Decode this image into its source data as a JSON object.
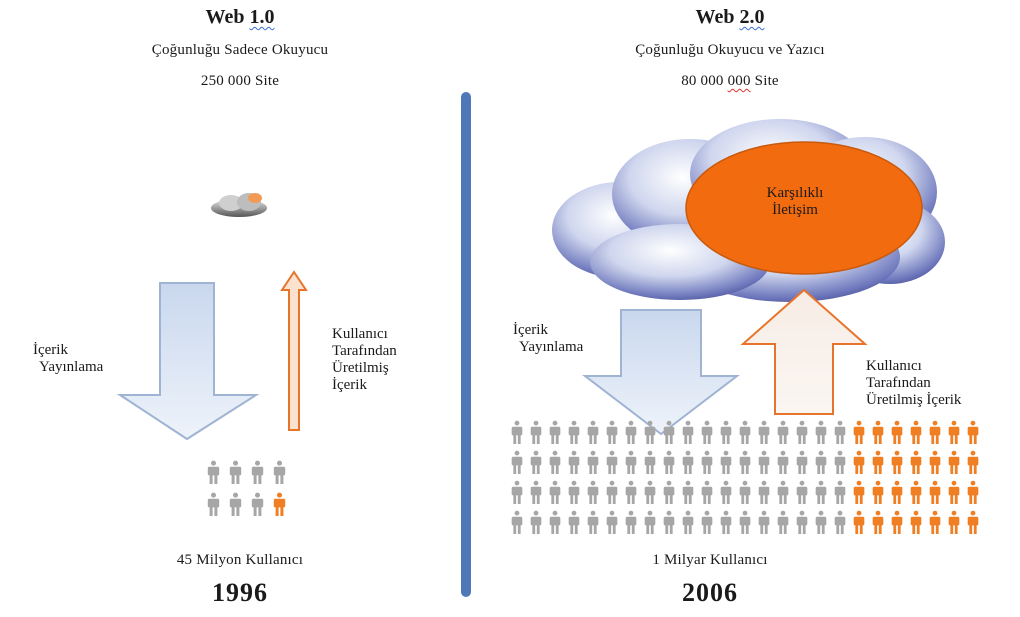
{
  "web1": {
    "title_main": "Web",
    "title_version": "1.0",
    "subtitle": "Çoğunluğu Sadece Okuyucu",
    "site_count": "250 000 Site",
    "down_label_line1": "İçerik",
    "down_label_line2": "Yayınlama",
    "up_label_line1": "Kullanıcı",
    "up_label_line2": "Tarafından",
    "up_label_line3": "Üretilmiş",
    "up_label_line4": "İçerik",
    "users": "45 Milyon Kullanıcı",
    "year": "1996"
  },
  "web2": {
    "title_main": "Web",
    "title_version": "2.0",
    "subtitle": "Çoğunluğu Okuyucu ve Yazıcı",
    "site_count_num": "80 000",
    "site_count_underlined": "000",
    "site_count_unit": "Site",
    "cloud_label_line1": "Karşılıklı",
    "cloud_label_line2": "İletişim",
    "down_label_line1": "İçerik",
    "down_label_line2": "Yayınlama",
    "up_label_line1": "Kullanıcı",
    "up_label_line2": "Tarafından",
    "up_label_line3": "Üretilmiş İçerik",
    "users": "1 Milyar Kullanıcı",
    "year": "2006"
  },
  "colors": {
    "divider": "#4f78b8",
    "arrow_blue_fill": "#d3dff0",
    "arrow_blue_stroke": "#9fb3d3",
    "arrow_orange_stroke": "#e8742b",
    "person_gray": "#a6a6a6",
    "person_orange": "#f07e22",
    "circle_orange": "#f36b0f"
  },
  "icons": {
    "small_cloud": "small-cloud-icon",
    "big_cloud": "cloud-icon",
    "person": "person-icon"
  }
}
